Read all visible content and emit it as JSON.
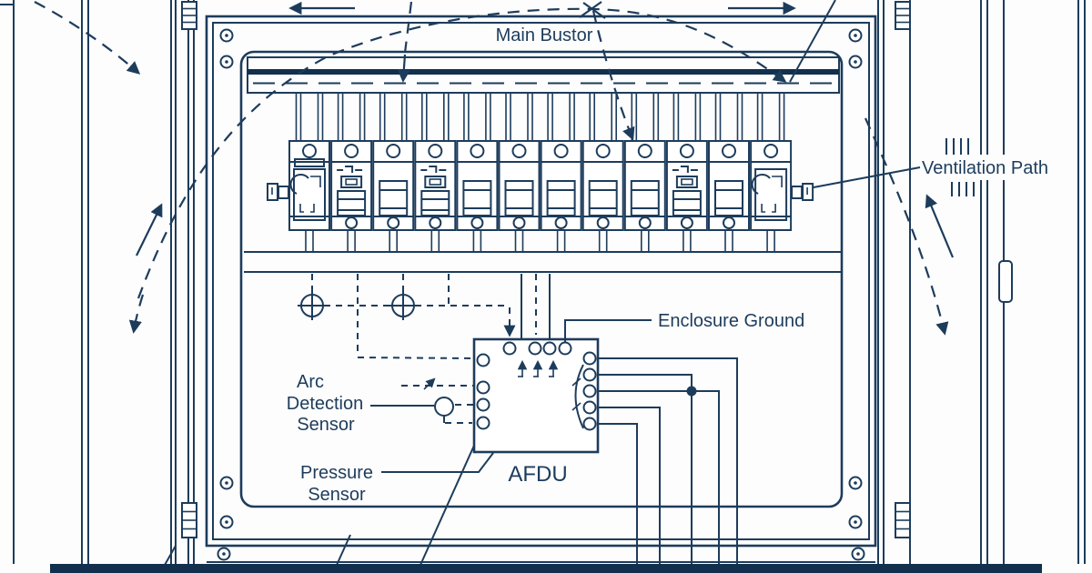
{
  "labels": {
    "main_busbar": "Main Bustor",
    "ventilation_path": "Ventilation Path",
    "enclosure_ground": "Enclosure Ground",
    "afdu": "AFDU",
    "arc_sensor_lines": [
      "Arc",
      "Detection",
      "Sensor"
    ],
    "pressure_sensor_lines": [
      "Pressure",
      "Sensor"
    ]
  },
  "colors": {
    "ink": "#1d3c5c",
    "ink_dark": "#12304e",
    "paper": "#fdfdfd"
  },
  "panel": {
    "breaker_count": 12,
    "switch_breaker_positions": [
      2,
      4,
      10
    ],
    "incomer_device_positions": [
      1,
      12
    ],
    "afdu_top_terminals": 4,
    "afdu_left_terminals": 4,
    "afdu_right_terminals": 5
  }
}
